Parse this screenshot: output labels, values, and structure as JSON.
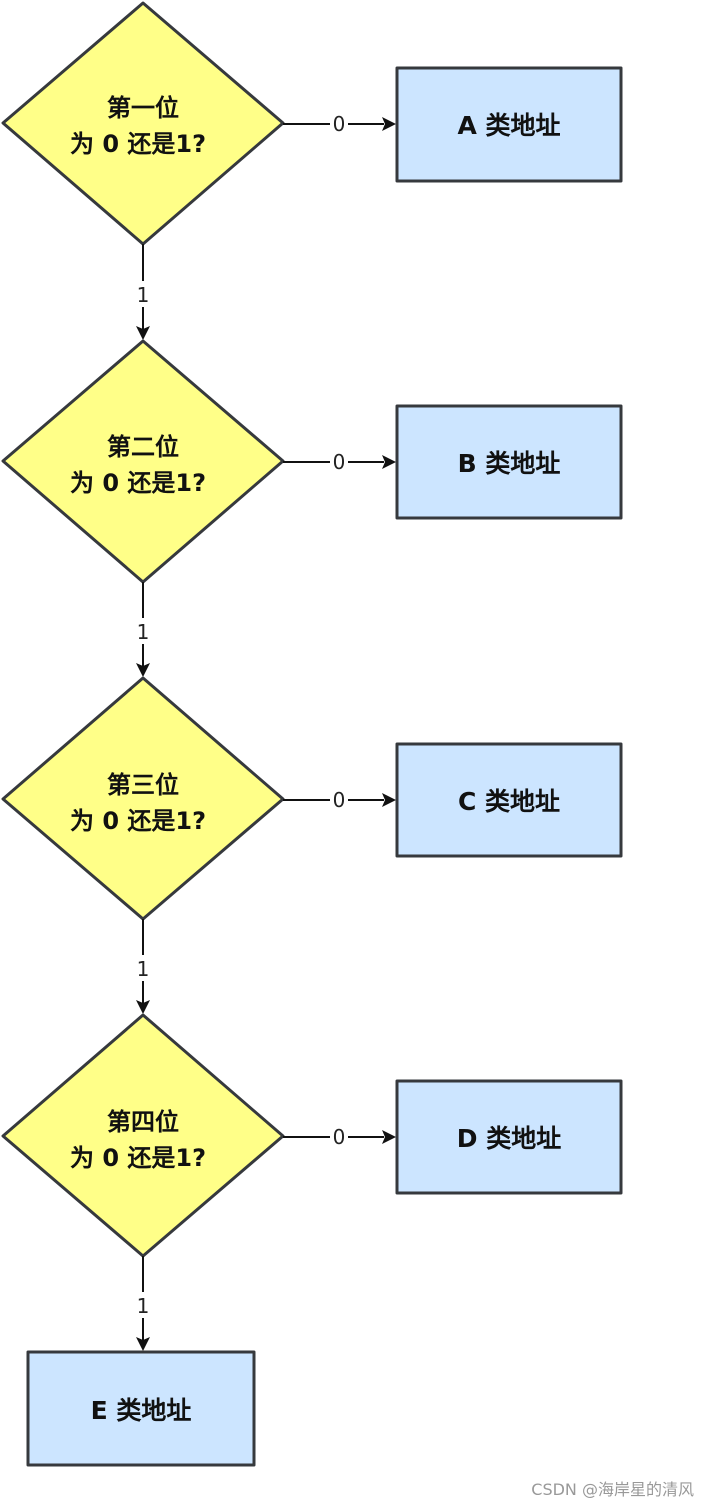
{
  "diagram": {
    "decisions": [
      {
        "line1": "第一位",
        "line2": "为 0 还是1?"
      },
      {
        "line1": "第二位",
        "line2": "为 0 还是1?"
      },
      {
        "line1": "第三位",
        "line2": "为 0 还是1?"
      },
      {
        "line1": "第四位",
        "line2": "为 0 还是1?"
      }
    ],
    "results": [
      {
        "label": "A 类地址"
      },
      {
        "label": "B 类地址"
      },
      {
        "label": "C 类地址"
      },
      {
        "label": "D 类地址"
      },
      {
        "label": "E 类地址"
      }
    ],
    "edge_labels": {
      "zero": "0",
      "one": "1"
    },
    "colors": {
      "decision_fill": "#ffff88",
      "result_fill": "#cce5ff",
      "stroke": "#36393d"
    }
  },
  "watermark": "CSDN @海岸星的清风"
}
